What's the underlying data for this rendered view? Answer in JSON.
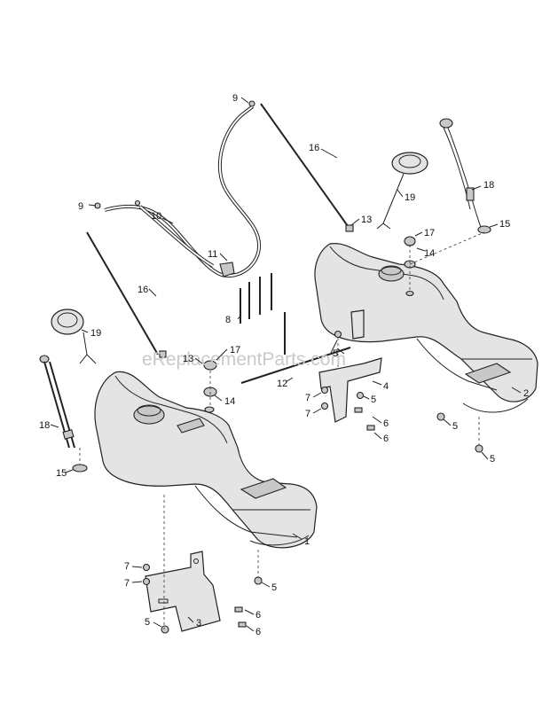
{
  "watermark": "eReplacementParts.com",
  "callouts": {
    "c1": "1",
    "c2": "2",
    "c3": "3",
    "c4": "4",
    "c5a": "5",
    "c5b": "5",
    "c5c": "5",
    "c5d": "5",
    "c5e": "5",
    "c5f": "5",
    "c6a": "6",
    "c6b": "6",
    "c6c": "6",
    "c6d": "6",
    "c7a": "7",
    "c7b": "7",
    "c7c": "7",
    "c7d": "7",
    "c8": "8",
    "c9a": "9",
    "c9b": "9",
    "c10": "10",
    "c11": "11",
    "c12": "12",
    "c13a": "13",
    "c13b": "13",
    "c14a": "14",
    "c14b": "14",
    "c15a": "15",
    "c15b": "15",
    "c16a": "16",
    "c16b": "16",
    "c17a": "17",
    "c17b": "17",
    "c18a": "18",
    "c18b": "18",
    "c19a": "19",
    "c19b": "19"
  }
}
